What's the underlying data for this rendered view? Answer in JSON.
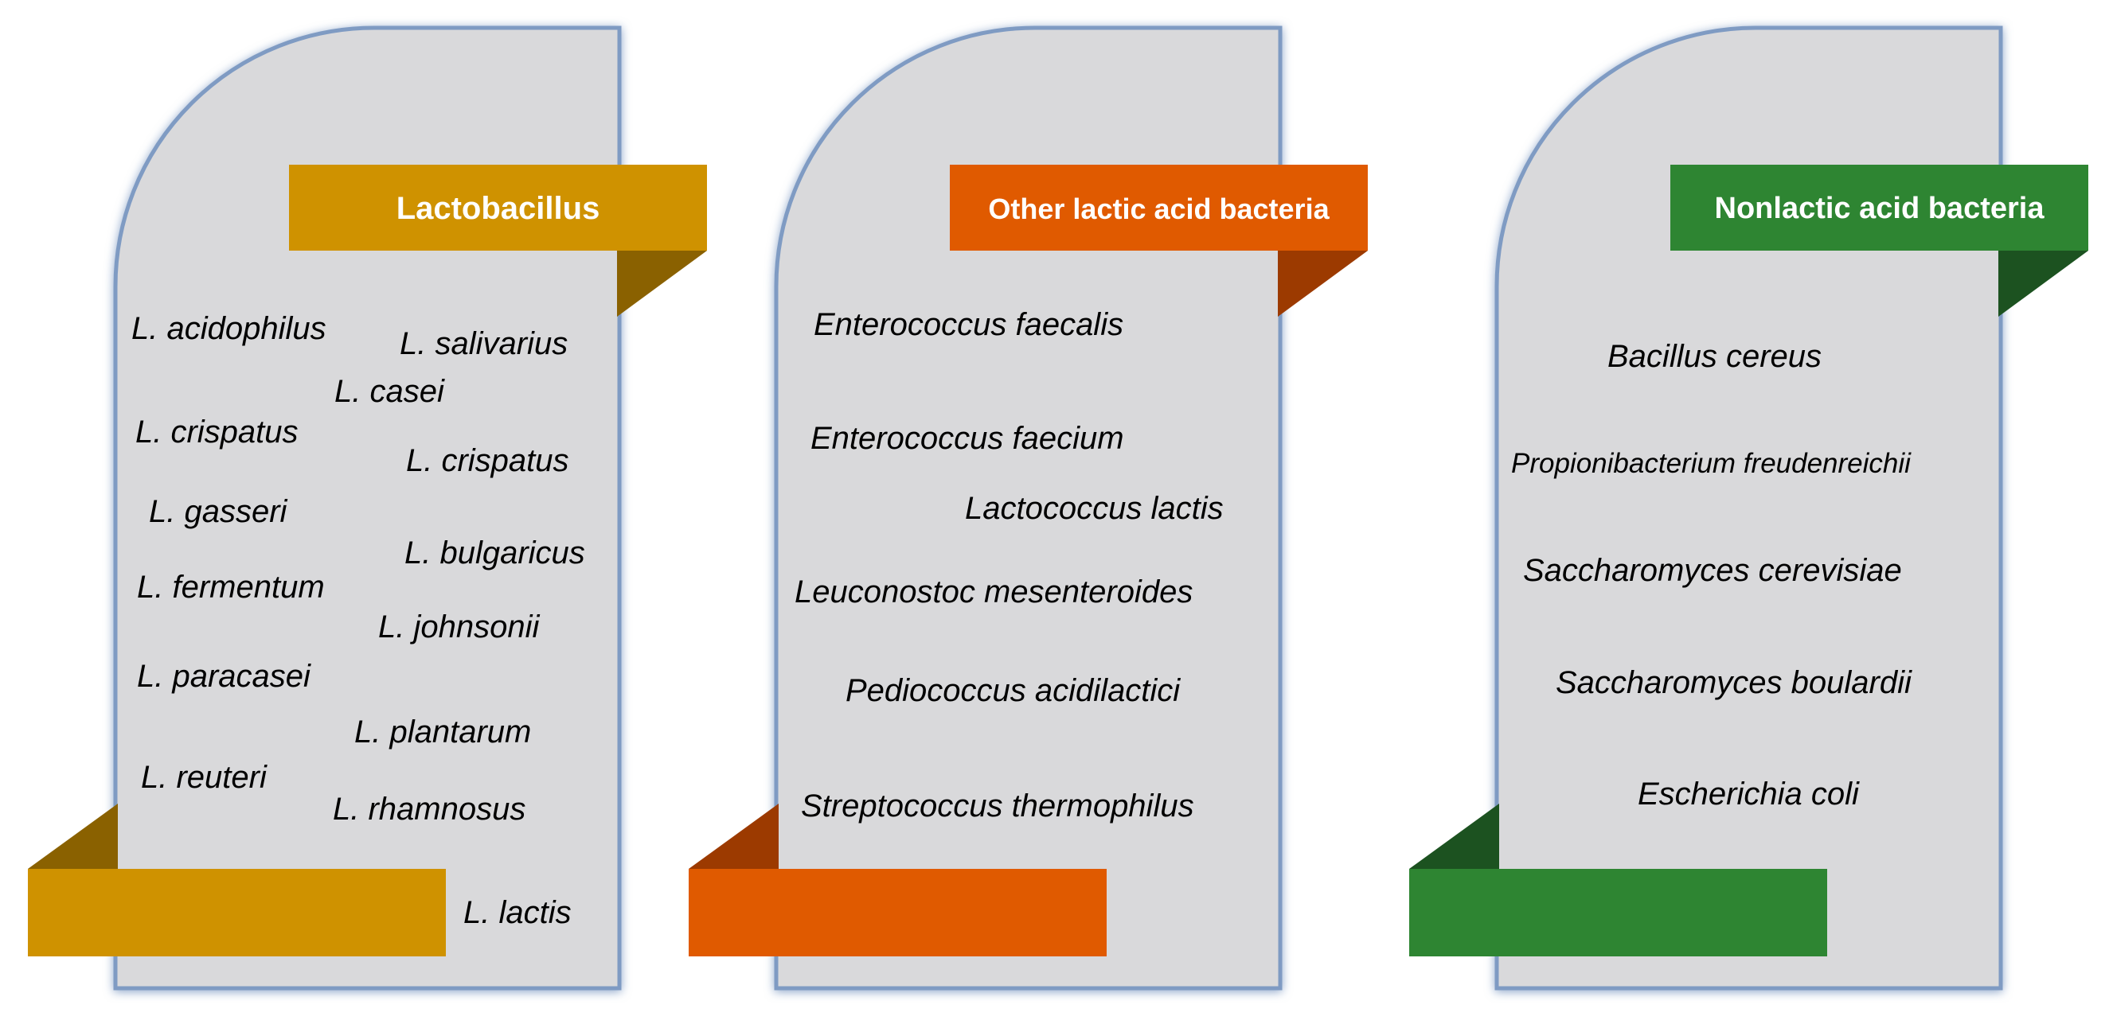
{
  "panels": [
    {
      "title": "Lactobacillus",
      "color": "#CF9200",
      "dark_color": "#8A6100",
      "species": [
        "L. acidophilus",
        "L. salivarius",
        "L. casei",
        "L. crispatus",
        "L. crispatus",
        "L. gasseri",
        "L. bulgaricus",
        "L. fermentum",
        "L. johnsonii",
        "L. paracasei",
        "L. plantarum",
        "L. reuteri",
        "L. rhamnosus",
        "L. lactis"
      ]
    },
    {
      "title": "Other lactic acid bacteria",
      "color": "#E05A00",
      "dark_color": "#9C3A00",
      "species": [
        "Enterococcus faecalis",
        "Enterococcus faecium",
        "Lactococcus lactis",
        "Leuconostoc mesenteroides",
        "Pediococcus acidilactici",
        "Streptococcus thermophilus"
      ]
    },
    {
      "title": "Nonlactic acid bacteria",
      "color": "#2E8532",
      "dark_color": "#1C5220",
      "species": [
        "Bacillus cereus",
        "Propionibacterium freudenreichii",
        "Saccharomyces cerevisiae",
        "Saccharomyces boulardii",
        "Escherichia coli"
      ]
    }
  ],
  "colors": {
    "card_fill": "#D9D9DB",
    "card_border": "#7F9BC3"
  }
}
